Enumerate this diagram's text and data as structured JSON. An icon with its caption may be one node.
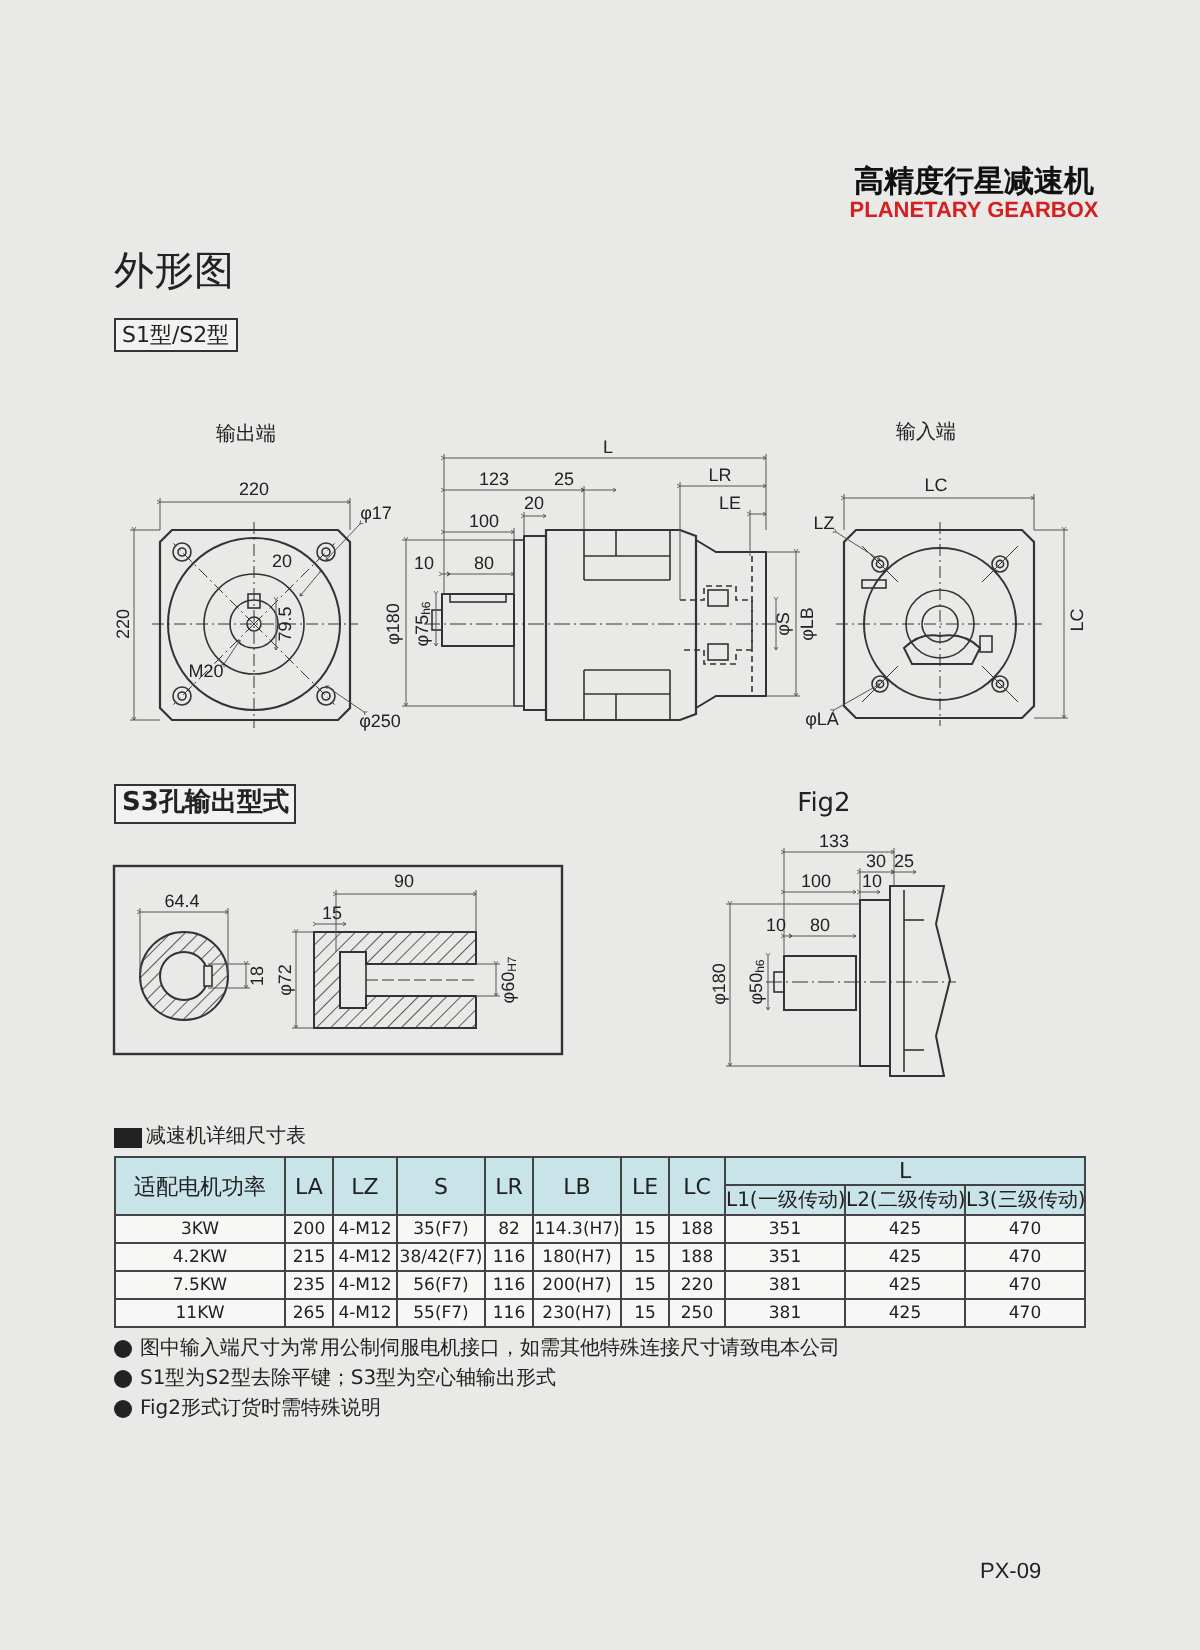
{
  "diagram": {
    "title": "外形图",
    "nodes": [
      {
        "text": [
          "S1型/S2型"
        ]
      },
      {
        "text": [
          "S3孔输出型式"
        ]
      }
    ],
    "labels": [
      "高精度行星减速机",
      "PLANETARY GEARBOX",
      "输出端",
      "L",
      "输入端",
      "123",
      "25",
      "LR",
      "220",
      "LC",
      "20",
      "LE",
      "φ17",
      "100",
      "LZ",
      "20",
      "10",
      "80",
      "220",
      "79.5",
      "φ180",
      "φ75$_{h6}$",
      "φS",
      "φLB",
      "LC",
      "M20",
      "φ250",
      "φLA",
      "Fig2",
      "133",
      "30",
      "25",
      "90",
      "100",
      "10",
      "64.4",
      "15",
      "10",
      "80",
      "18",
      "φ72",
      "φ60$_{H7}$",
      "φ180",
      "φ50$_{h6}$",
      "减速机详细尺寸表",
      "适配电机功率",
      "LA",
      "LZ",
      "S",
      "LR",
      "LB",
      "LE",
      "LC",
      "L",
      "L1(一级传动)",
      "L2(二级传动)",
      "L3(三级传动)",
      "3KW",
      "200",
      "4-M12",
      "35(F7)",
      "82",
      "114.3(H7)",
      "15",
      "188",
      "351",
      "425",
      "470",
      "4.2KW",
      "215",
      "4-M12",
      "38/42(F7)",
      "116",
      "180(H7)",
      "15",
      "188",
      "351",
      "425",
      "470",
      "7.5KW",
      "235",
      "4-M12",
      "56(F7)",
      "116",
      "200(H7)",
      "15",
      "220",
      "381",
      "425",
      "470",
      "11KW",
      "265",
      "4-M12",
      "55(F7)",
      "116",
      "230(H7)",
      "15",
      "250",
      "381",
      "425",
      "470",
      "图中输入端尺寸为常用公制伺服电机接口，如需其他特殊连接尺寸请致电本公司",
      "S1型为S2型去除平键；S3型为空心轴输出形式",
      "Fig2形式订货时需特殊说明",
      "PX-09"
    ]
  }
}
